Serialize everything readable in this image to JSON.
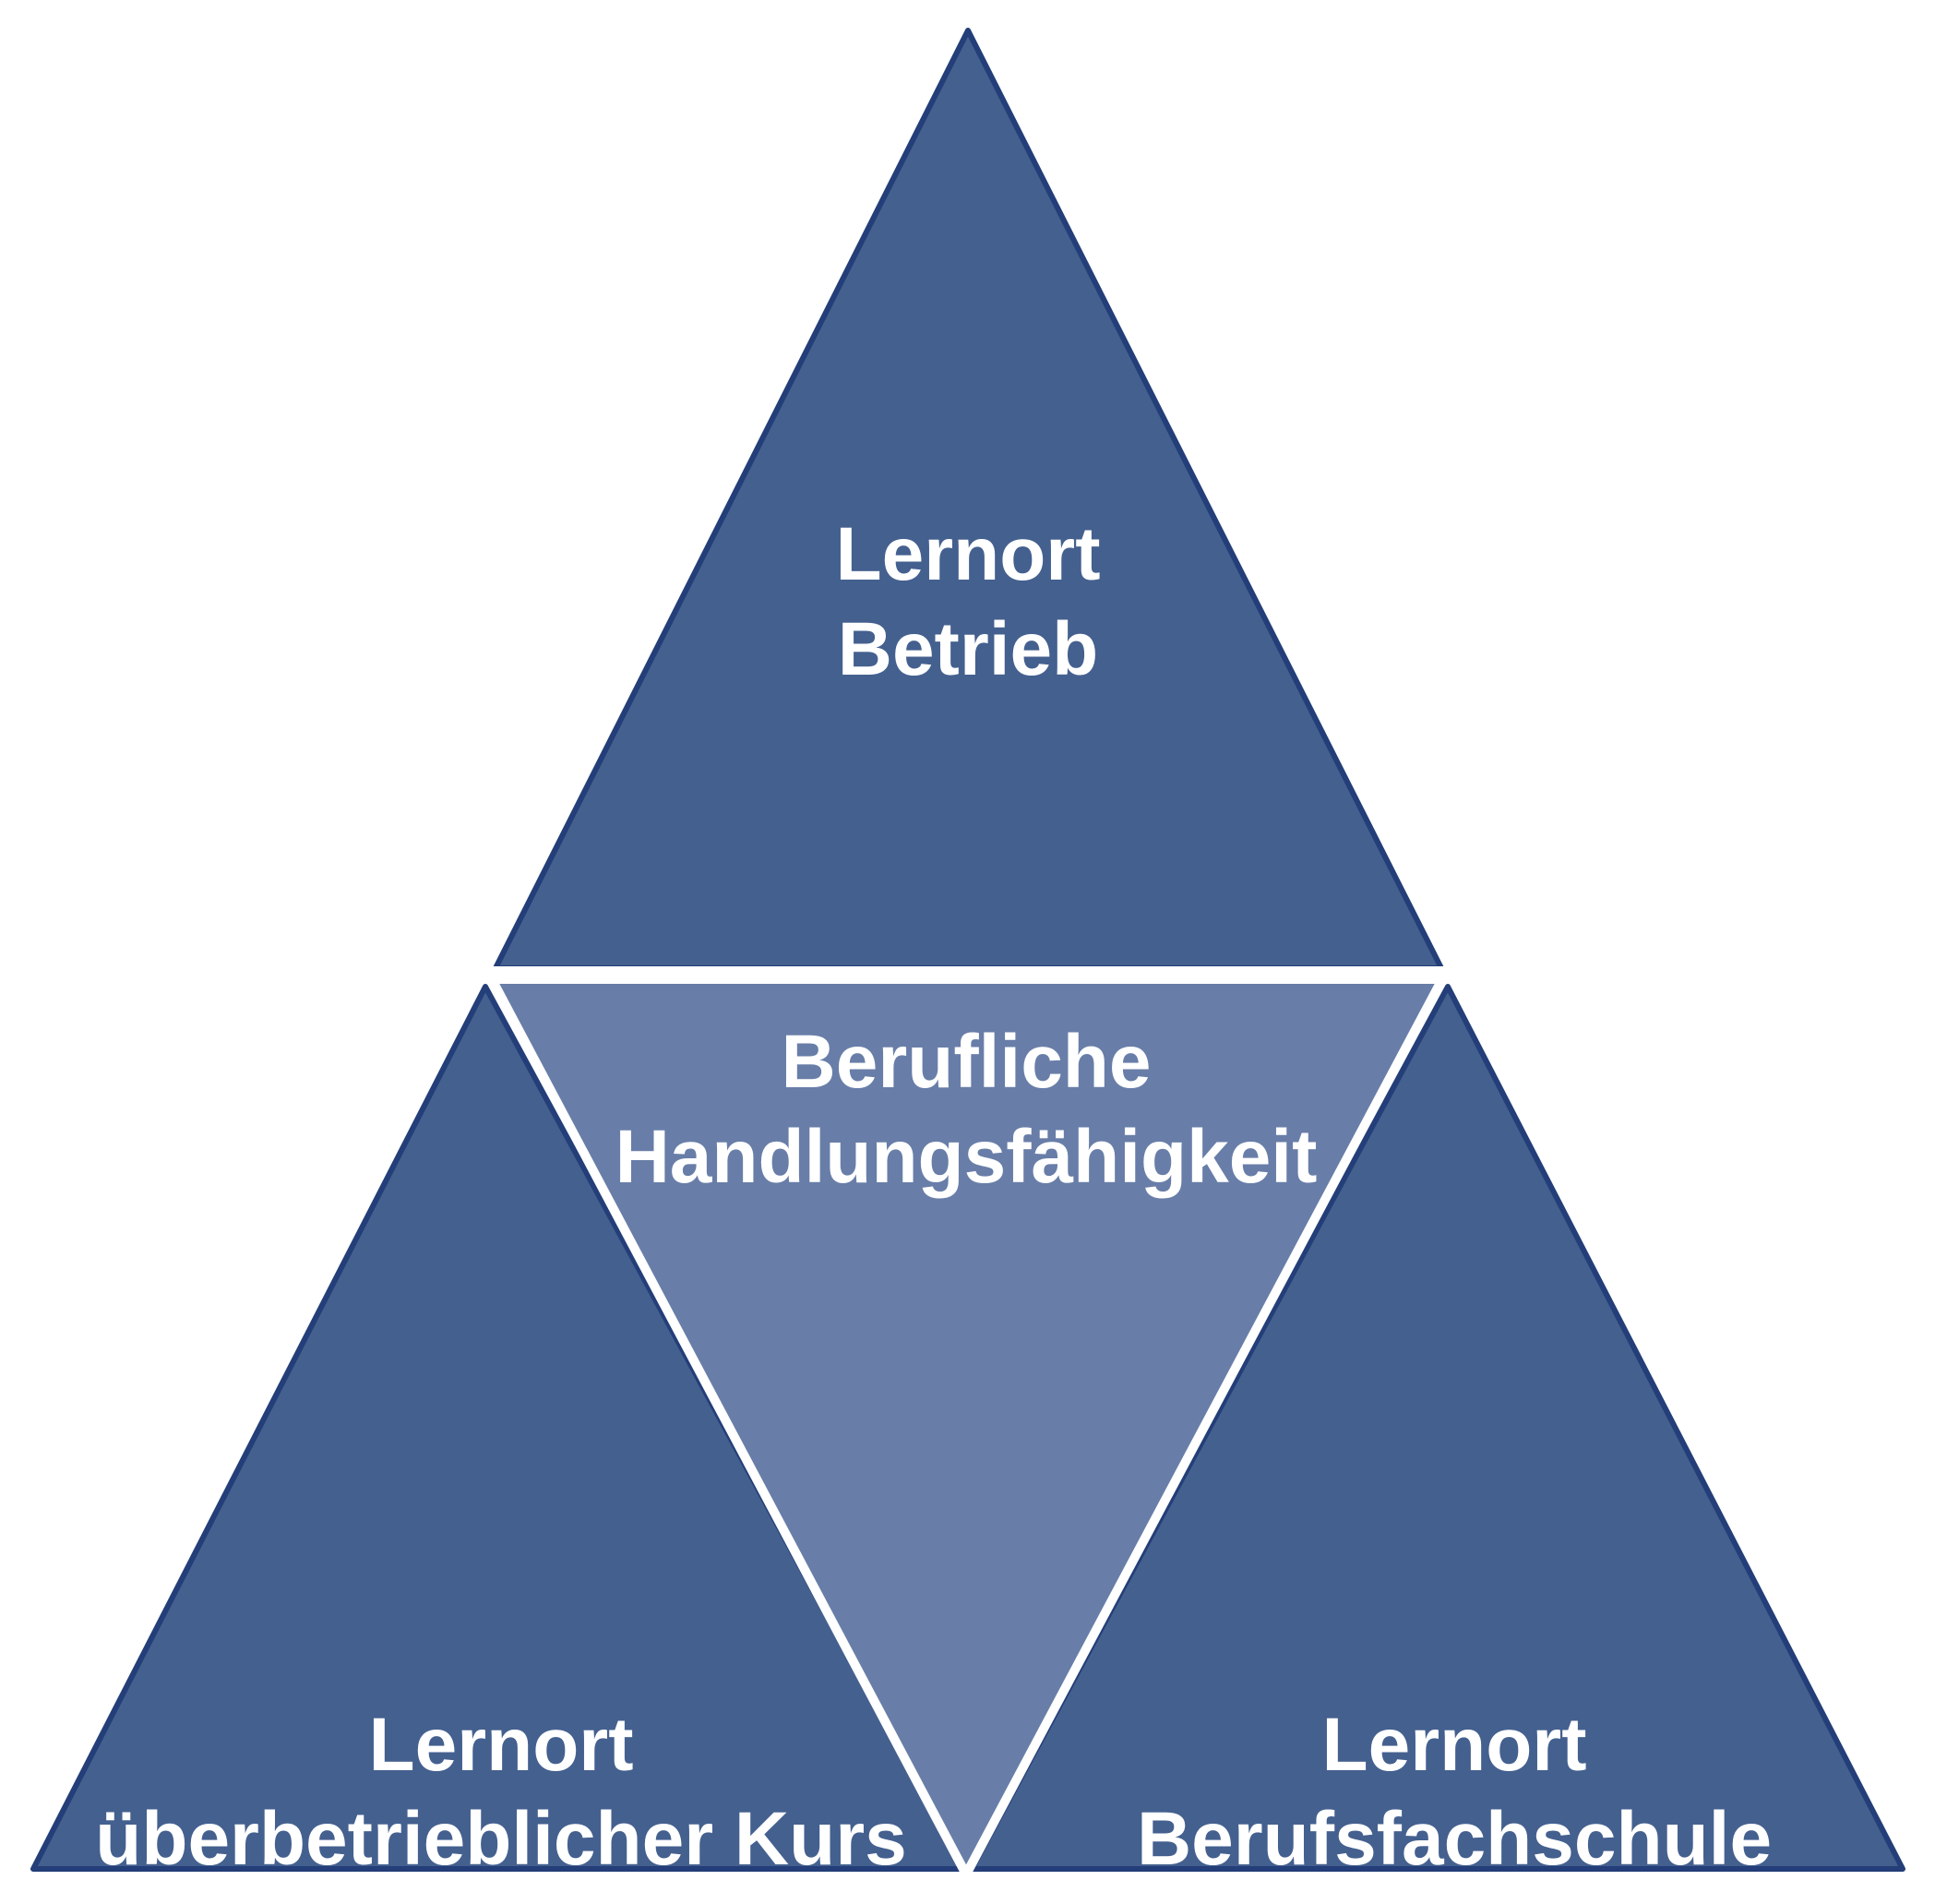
{
  "colors": {
    "outer_fill": "#44608F",
    "outer_stroke": "#233E78",
    "center_fill": "#687EA8",
    "separator": "#FFFFFF",
    "label": "#FFFFFF"
  },
  "segments": {
    "top": {
      "line1": "Lernort",
      "line2": "Betrieb"
    },
    "center": {
      "line1": "Berufliche",
      "line2": "Handlungsfähigkeit"
    },
    "bottom_left": {
      "line1": "Lernort",
      "line2": "überbetrieblicher Kurs"
    },
    "bottom_right": {
      "line1": "Lernort",
      "line2": "Berufsfachschule"
    }
  }
}
